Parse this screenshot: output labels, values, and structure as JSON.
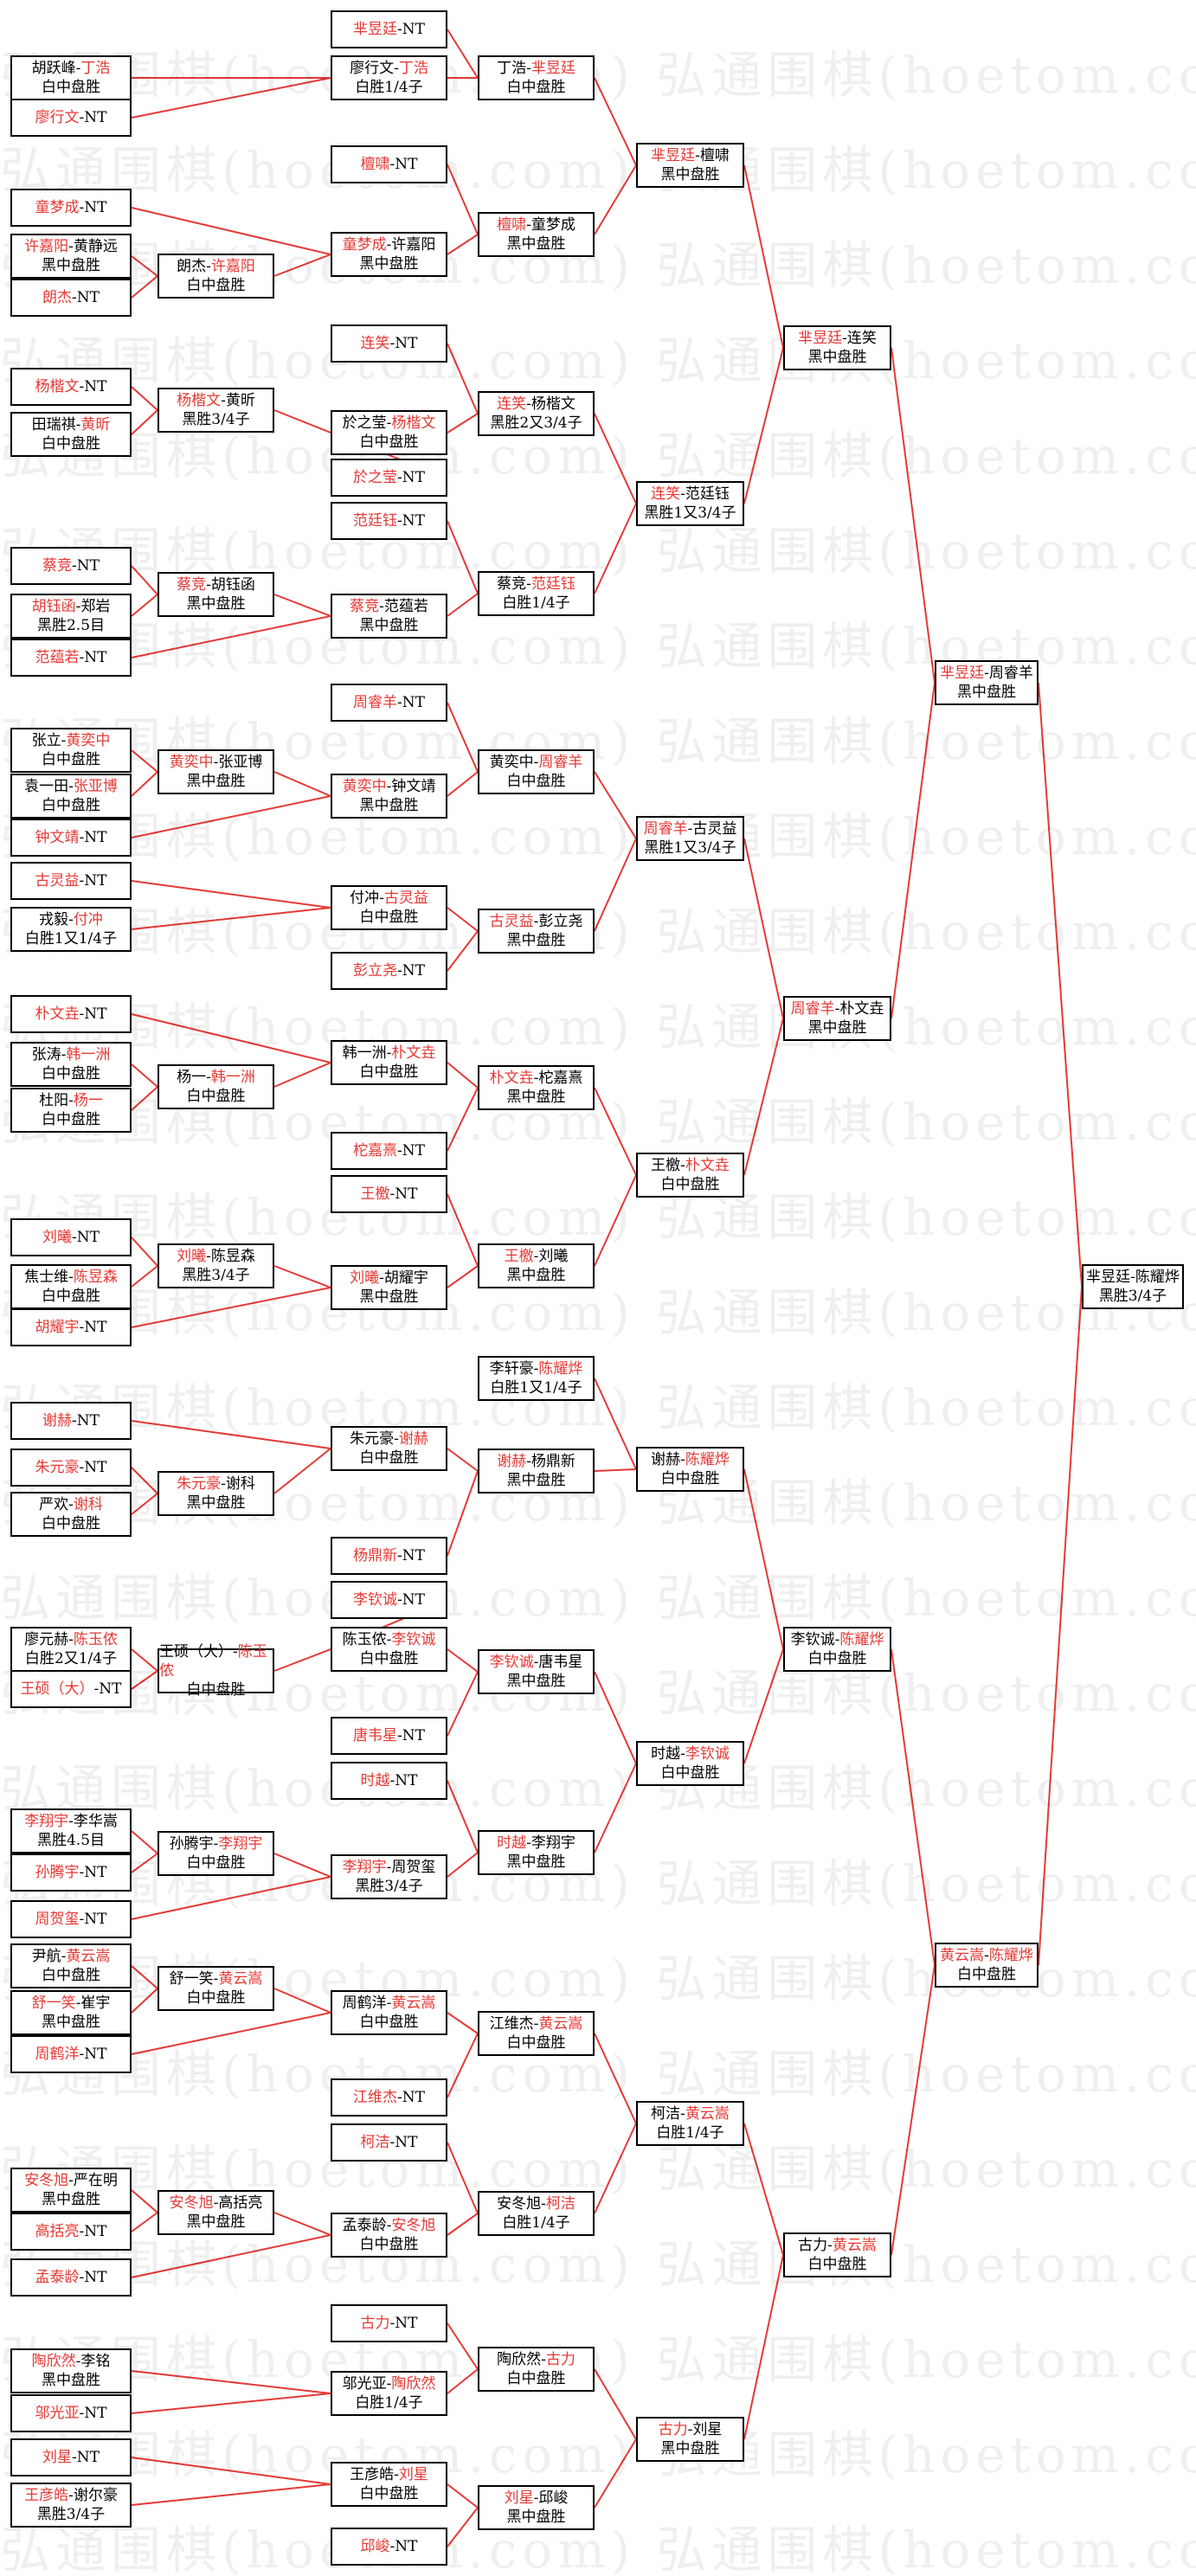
{
  "watermark": "弘通围棋(hoetom.com)",
  "colors": {
    "winner": "#e53935",
    "line": "#e53935",
    "border": "#000000"
  },
  "matches": {
    "a0": {
      "p": [
        {
          "n": "芈昱廷",
          "w": true
        },
        {
          "n": "NT"
        }
      ]
    },
    "a1": {
      "p": [
        {
          "n": "胡跃峰"
        },
        {
          "n": "丁浩",
          "w": true
        }
      ],
      "r": "白中盘胜"
    },
    "a2": {
      "p": [
        {
          "n": "廖行文",
          "w": true
        },
        {
          "n": "NT"
        }
      ]
    },
    "a3": {
      "p": [
        {
          "n": "檀啸",
          "w": true
        },
        {
          "n": "NT"
        }
      ]
    },
    "a4": {
      "p": [
        {
          "n": "童梦成",
          "w": true
        },
        {
          "n": "NT"
        }
      ]
    },
    "a5": {
      "p": [
        {
          "n": "许嘉阳",
          "w": true
        },
        {
          "n": "黄静远"
        }
      ],
      "r": "黑中盘胜"
    },
    "a6": {
      "p": [
        {
          "n": "朗杰",
          "w": true
        },
        {
          "n": "NT"
        }
      ]
    },
    "a7": {
      "p": [
        {
          "n": "连笑",
          "w": true
        },
        {
          "n": "NT"
        }
      ]
    },
    "a8": {
      "p": [
        {
          "n": "杨楷文",
          "w": true
        },
        {
          "n": "NT"
        }
      ]
    },
    "a9": {
      "p": [
        {
          "n": "田瑞祺"
        },
        {
          "n": "黄昕",
          "w": true
        }
      ],
      "r": "白中盘胜"
    },
    "a10": {
      "p": [
        {
          "n": "於之莹",
          "w": true
        },
        {
          "n": "NT"
        }
      ]
    },
    "a11": {
      "p": [
        {
          "n": "范廷钰",
          "w": true
        },
        {
          "n": "NT"
        }
      ]
    },
    "a12": {
      "p": [
        {
          "n": "蔡竞",
          "w": true
        },
        {
          "n": "NT"
        }
      ]
    },
    "a13": {
      "p": [
        {
          "n": "胡钰函",
          "w": true
        },
        {
          "n": "郑岩"
        }
      ],
      "r": "黑胜2.5目"
    },
    "a14": {
      "p": [
        {
          "n": "范蕴若",
          "w": true
        },
        {
          "n": "NT"
        }
      ]
    },
    "a15": {
      "p": [
        {
          "n": "周睿羊",
          "w": true
        },
        {
          "n": "NT"
        }
      ]
    },
    "a16": {
      "p": [
        {
          "n": "张立"
        },
        {
          "n": "黄奕中",
          "w": true
        }
      ],
      "r": "白中盘胜"
    },
    "a17": {
      "p": [
        {
          "n": "袁一田"
        },
        {
          "n": "张亚博",
          "w": true
        }
      ],
      "r": "白中盘胜"
    },
    "a18": {
      "p": [
        {
          "n": "钟文靖",
          "w": true
        },
        {
          "n": "NT"
        }
      ]
    },
    "a19": {
      "p": [
        {
          "n": "古灵益",
          "w": true
        },
        {
          "n": "NT"
        }
      ]
    },
    "a20": {
      "p": [
        {
          "n": "戎毅"
        },
        {
          "n": "付冲",
          "w": true
        }
      ],
      "r": "白胜1又1/4子"
    },
    "a21": {
      "p": [
        {
          "n": "彭立尧",
          "w": true
        },
        {
          "n": "NT"
        }
      ]
    },
    "a22": {
      "p": [
        {
          "n": "朴文垚",
          "w": true
        },
        {
          "n": "NT"
        }
      ]
    },
    "a23": {
      "p": [
        {
          "n": "张涛"
        },
        {
          "n": "韩一洲",
          "w": true
        }
      ],
      "r": "白中盘胜"
    },
    "a24": {
      "p": [
        {
          "n": "杜阳"
        },
        {
          "n": "杨一",
          "w": true
        }
      ],
      "r": "白中盘胜"
    },
    "a25": {
      "p": [
        {
          "n": "柁嘉熹",
          "w": true
        },
        {
          "n": "NT"
        }
      ]
    },
    "a26": {
      "p": [
        {
          "n": "王檄",
          "w": true
        },
        {
          "n": "NT"
        }
      ]
    },
    "a27": {
      "p": [
        {
          "n": "刘曦",
          "w": true
        },
        {
          "n": "NT"
        }
      ]
    },
    "a28": {
      "p": [
        {
          "n": "焦士维"
        },
        {
          "n": "陈昱森",
          "w": true
        }
      ],
      "r": "白中盘胜"
    },
    "a29": {
      "p": [
        {
          "n": "胡耀宇",
          "w": true
        },
        {
          "n": "NT"
        }
      ]
    },
    "a30": {
      "p": [
        {
          "n": "李轩豪"
        },
        {
          "n": "陈耀烨",
          "w": true
        }
      ],
      "r": "白胜1又1/4子"
    },
    "a31": {
      "p": [
        {
          "n": "谢赫",
          "w": true
        },
        {
          "n": "NT"
        }
      ]
    },
    "a32": {
      "p": [
        {
          "n": "朱元豪",
          "w": true
        },
        {
          "n": "NT"
        }
      ]
    },
    "a33": {
      "p": [
        {
          "n": "严欢"
        },
        {
          "n": "谢科",
          "w": true
        }
      ],
      "r": "白中盘胜"
    },
    "a34": {
      "p": [
        {
          "n": "杨鼎新",
          "w": true
        },
        {
          "n": "NT"
        }
      ]
    },
    "a35": {
      "p": [
        {
          "n": "李钦诚",
          "w": true
        },
        {
          "n": "NT"
        }
      ]
    },
    "a36": {
      "p": [
        {
          "n": "廖元赫"
        },
        {
          "n": "陈玉侬",
          "w": true
        }
      ],
      "r": "白胜2又1/4子"
    },
    "a37": {
      "p": [
        {
          "n": "王硕（大）",
          "w": true
        },
        {
          "n": "NT"
        }
      ]
    },
    "a38": {
      "p": [
        {
          "n": "唐韦星",
          "w": true
        },
        {
          "n": "NT"
        }
      ]
    },
    "a39": {
      "p": [
        {
          "n": "时越",
          "w": true
        },
        {
          "n": "NT"
        }
      ]
    },
    "a40": {
      "p": [
        {
          "n": "李翔宇",
          "w": true
        },
        {
          "n": "李华嵩"
        }
      ],
      "r": "黑胜4.5目"
    },
    "a41": {
      "p": [
        {
          "n": "孙腾宇",
          "w": true
        },
        {
          "n": "NT"
        }
      ]
    },
    "a42": {
      "p": [
        {
          "n": "周贺玺",
          "w": true
        },
        {
          "n": "NT"
        }
      ]
    },
    "a43": {
      "p": [
        {
          "n": "尹航"
        },
        {
          "n": "黄云嵩",
          "w": true
        }
      ],
      "r": "白中盘胜"
    },
    "a44": {
      "p": [
        {
          "n": "舒一笑",
          "w": true
        },
        {
          "n": "崔宇"
        }
      ],
      "r": "黑中盘胜"
    },
    "a45": {
      "p": [
        {
          "n": "周鹤洋",
          "w": true
        },
        {
          "n": "NT"
        }
      ]
    },
    "a46": {
      "p": [
        {
          "n": "江维杰",
          "w": true
        },
        {
          "n": "NT"
        }
      ]
    },
    "a47": {
      "p": [
        {
          "n": "柯洁",
          "w": true
        },
        {
          "n": "NT"
        }
      ]
    },
    "a48": {
      "p": [
        {
          "n": "安冬旭",
          "w": true
        },
        {
          "n": "严在明"
        }
      ],
      "r": "黑中盘胜"
    },
    "a49": {
      "p": [
        {
          "n": "高括亮",
          "w": true
        },
        {
          "n": "NT"
        }
      ]
    },
    "a50": {
      "p": [
        {
          "n": "孟泰龄",
          "w": true
        },
        {
          "n": "NT"
        }
      ]
    },
    "a51": {
      "p": [
        {
          "n": "古力",
          "w": true
        },
        {
          "n": "NT"
        }
      ]
    },
    "a52": {
      "p": [
        {
          "n": "陶欣然",
          "w": true
        },
        {
          "n": "李铭"
        }
      ],
      "r": "黑中盘胜"
    },
    "a53": {
      "p": [
        {
          "n": "邬光亚",
          "w": true
        },
        {
          "n": "NT"
        }
      ]
    },
    "a54": {
      "p": [
        {
          "n": "刘星",
          "w": true
        },
        {
          "n": "NT"
        }
      ]
    },
    "a55": {
      "p": [
        {
          "n": "王彦皓",
          "w": true
        },
        {
          "n": "谢尔豪"
        }
      ],
      "r": "黑胜3/4子"
    },
    "a56": {
      "p": [
        {
          "n": "邱峻",
          "w": true
        },
        {
          "n": "NT"
        }
      ]
    },
    "b0": {
      "p": [
        {
          "n": "廖行文"
        },
        {
          "n": "丁浩",
          "w": true
        }
      ],
      "r": "白胜1/4子"
    },
    "b1": {
      "p": [
        {
          "n": "童梦成",
          "w": true
        },
        {
          "n": "许嘉阳"
        }
      ],
      "r": "黑中盘胜"
    },
    "b2": {
      "p": [
        {
          "n": "朗杰"
        },
        {
          "n": "许嘉阳",
          "w": true
        }
      ],
      "r": "白中盘胜"
    },
    "b3": {
      "p": [
        {
          "n": "杨楷文",
          "w": true
        },
        {
          "n": "黄昕"
        }
      ],
      "r": "黑胜3/4子"
    },
    "b4": {
      "p": [
        {
          "n": "於之莹"
        },
        {
          "n": "杨楷文",
          "w": true
        }
      ],
      "r": "白中盘胜"
    },
    "b5": {
      "p": [
        {
          "n": "蔡竞",
          "w": true
        },
        {
          "n": "胡钰函"
        }
      ],
      "r": "黑中盘胜"
    },
    "b6": {
      "p": [
        {
          "n": "蔡竞",
          "w": true
        },
        {
          "n": "范蕴若"
        }
      ],
      "r": "黑中盘胜"
    },
    "b7": {
      "p": [
        {
          "n": "黄奕中",
          "w": true
        },
        {
          "n": "张亚博"
        }
      ],
      "r": "黑中盘胜"
    },
    "b8": {
      "p": [
        {
          "n": "黄奕中",
          "w": true
        },
        {
          "n": "钟文靖"
        }
      ],
      "r": "黑中盘胜"
    },
    "b9": {
      "p": [
        {
          "n": "付冲"
        },
        {
          "n": "古灵益",
          "w": true
        }
      ],
      "r": "白中盘胜"
    },
    "b10": {
      "p": [
        {
          "n": "韩一洲"
        },
        {
          "n": "朴文垚",
          "w": true
        }
      ],
      "r": "白中盘胜"
    },
    "b11": {
      "p": [
        {
          "n": "杨一"
        },
        {
          "n": "韩一洲",
          "w": true
        }
      ],
      "r": "白中盘胜"
    },
    "b12": {
      "p": [
        {
          "n": "刘曦",
          "w": true
        },
        {
          "n": "陈昱森"
        }
      ],
      "r": "黑胜3/4子"
    },
    "b13": {
      "p": [
        {
          "n": "刘曦",
          "w": true
        },
        {
          "n": "胡耀宇"
        }
      ],
      "r": "黑中盘胜"
    },
    "b14": {
      "p": [
        {
          "n": "朱元豪"
        },
        {
          "n": "谢赫",
          "w": true
        }
      ],
      "r": "白中盘胜"
    },
    "b15": {
      "p": [
        {
          "n": "朱元豪",
          "w": true
        },
        {
          "n": "谢科"
        }
      ],
      "r": "黑中盘胜"
    },
    "b16": {
      "p": [
        {
          "n": "陈玉侬"
        },
        {
          "n": "李钦诚",
          "w": true
        }
      ],
      "r": "白中盘胜"
    },
    "b17": {
      "p": [
        {
          "n": "王硕（大）"
        },
        {
          "n": "陈玉侬",
          "w": true
        }
      ],
      "r": "白中盘胜"
    },
    "b18": {
      "p": [
        {
          "n": "孙腾宇"
        },
        {
          "n": "李翔宇",
          "w": true
        }
      ],
      "r": "白中盘胜"
    },
    "b19": {
      "p": [
        {
          "n": "李翔宇",
          "w": true
        },
        {
          "n": "周贺玺"
        }
      ],
      "r": "黑胜3/4子"
    },
    "b20": {
      "p": [
        {
          "n": "舒一笑"
        },
        {
          "n": "黄云嵩",
          "w": true
        }
      ],
      "r": "白中盘胜"
    },
    "b21": {
      "p": [
        {
          "n": "周鹤洋"
        },
        {
          "n": "黄云嵩",
          "w": true
        }
      ],
      "r": "白中盘胜"
    },
    "b22": {
      "p": [
        {
          "n": "安冬旭",
          "w": true
        },
        {
          "n": "高括亮"
        }
      ],
      "r": "黑中盘胜"
    },
    "b23": {
      "p": [
        {
          "n": "孟泰龄"
        },
        {
          "n": "安冬旭",
          "w": true
        }
      ],
      "r": "白中盘胜"
    },
    "b24": {
      "p": [
        {
          "n": "邬光亚"
        },
        {
          "n": "陶欣然",
          "w": true
        }
      ],
      "r": "白胜1/4子"
    },
    "b25": {
      "p": [
        {
          "n": "王彦皓"
        },
        {
          "n": "刘星",
          "w": true
        }
      ],
      "r": "白中盘胜"
    },
    "c0": {
      "p": [
        {
          "n": "丁浩"
        },
        {
          "n": "芈昱廷",
          "w": true
        }
      ],
      "r": "白中盘胜"
    },
    "c1": {
      "p": [
        {
          "n": "檀啸",
          "w": true
        },
        {
          "n": "童梦成"
        }
      ],
      "r": "黑中盘胜"
    },
    "c2": {
      "p": [
        {
          "n": "连笑",
          "w": true
        },
        {
          "n": "杨楷文"
        }
      ],
      "r": "黑胜2又3/4子"
    },
    "c3": {
      "p": [
        {
          "n": "蔡竞"
        },
        {
          "n": "范廷钰",
          "w": true
        }
      ],
      "r": "白胜1/4子"
    },
    "c4": {
      "p": [
        {
          "n": "黄奕中"
        },
        {
          "n": "周睿羊",
          "w": true
        }
      ],
      "r": "白中盘胜"
    },
    "c5": {
      "p": [
        {
          "n": "古灵益",
          "w": true
        },
        {
          "n": "彭立尧"
        }
      ],
      "r": "黑中盘胜"
    },
    "c6": {
      "p": [
        {
          "n": "朴文垚",
          "w": true
        },
        {
          "n": "柁嘉熹"
        }
      ],
      "r": "黑中盘胜"
    },
    "c7": {
      "p": [
        {
          "n": "王檄",
          "w": true
        },
        {
          "n": "刘曦"
        }
      ],
      "r": "黑中盘胜"
    },
    "c8": {
      "p": [
        {
          "n": "谢赫",
          "w": true
        },
        {
          "n": "杨鼎新"
        }
      ],
      "r": "黑中盘胜"
    },
    "c9": {
      "p": [
        {
          "n": "李钦诚",
          "w": true
        },
        {
          "n": "唐韦星"
        }
      ],
      "r": "黑中盘胜"
    },
    "c10": {
      "p": [
        {
          "n": "时越",
          "w": true
        },
        {
          "n": "李翔宇"
        }
      ],
      "r": "黑中盘胜"
    },
    "c11": {
      "p": [
        {
          "n": "江维杰"
        },
        {
          "n": "黄云嵩",
          "w": true
        }
      ],
      "r": "白中盘胜"
    },
    "c12": {
      "p": [
        {
          "n": "安冬旭"
        },
        {
          "n": "柯洁",
          "w": true
        }
      ],
      "r": "白胜1/4子"
    },
    "c13": {
      "p": [
        {
          "n": "陶欣然"
        },
        {
          "n": "古力",
          "w": true
        }
      ],
      "r": "白中盘胜"
    },
    "c14": {
      "p": [
        {
          "n": "刘星",
          "w": true
        },
        {
          "n": "邱峻"
        }
      ],
      "r": "黑中盘胜"
    },
    "d0": {
      "p": [
        {
          "n": "芈昱廷",
          "w": true
        },
        {
          "n": "檀啸"
        }
      ],
      "r": "黑中盘胜"
    },
    "d1": {
      "p": [
        {
          "n": "连笑",
          "w": true
        },
        {
          "n": "范廷钰"
        }
      ],
      "r": "黑胜1又3/4子"
    },
    "d2": {
      "p": [
        {
          "n": "周睿羊",
          "w": true
        },
        {
          "n": "古灵益"
        }
      ],
      "r": "黑胜1又3/4子"
    },
    "d3": {
      "p": [
        {
          "n": "王檄"
        },
        {
          "n": "朴文垚",
          "w": true
        }
      ],
      "r": "白中盘胜"
    },
    "d4": {
      "p": [
        {
          "n": "谢赫"
        },
        {
          "n": "陈耀烨",
          "w": true
        }
      ],
      "r": "白中盘胜"
    },
    "d5": {
      "p": [
        {
          "n": "时越"
        },
        {
          "n": "李钦诚",
          "w": true
        }
      ],
      "r": "白中盘胜"
    },
    "d6": {
      "p": [
        {
          "n": "柯洁"
        },
        {
          "n": "黄云嵩",
          "w": true
        }
      ],
      "r": "白胜1/4子"
    },
    "d7": {
      "p": [
        {
          "n": "古力",
          "w": true
        },
        {
          "n": "刘星"
        }
      ],
      "r": "黑中盘胜"
    },
    "e0": {
      "p": [
        {
          "n": "芈昱廷",
          "w": true
        },
        {
          "n": "连笑"
        }
      ],
      "r": "黑中盘胜"
    },
    "e1": {
      "p": [
        {
          "n": "周睿羊",
          "w": true
        },
        {
          "n": "朴文垚"
        }
      ],
      "r": "黑中盘胜"
    },
    "e2": {
      "p": [
        {
          "n": "李钦诚"
        },
        {
          "n": "陈耀烨",
          "w": true
        }
      ],
      "r": "白中盘胜"
    },
    "e3": {
      "p": [
        {
          "n": "古力"
        },
        {
          "n": "黄云嵩",
          "w": true
        }
      ],
      "r": "白中盘胜"
    },
    "f0": {
      "p": [
        {
          "n": "芈昱廷",
          "w": true
        },
        {
          "n": "周睿羊"
        }
      ],
      "r": "黑中盘胜"
    },
    "f1": {
      "p": [
        {
          "n": "黄云嵩",
          "w": true
        },
        {
          "n": "陈耀烨",
          "w": true
        }
      ],
      "r": "白中盘胜"
    },
    "g0": {
      "p": [
        {
          "n": "芈昱廷"
        },
        {
          "n": "陈耀烨"
        }
      ],
      "r": "黑胜3/4子"
    }
  }
}
